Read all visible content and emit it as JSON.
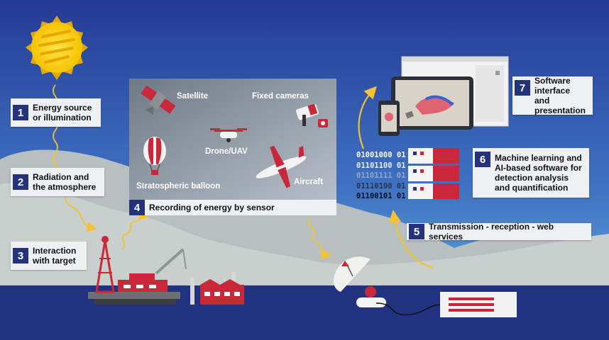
{
  "steps": [
    {
      "num": "1",
      "label_l1": "Energy source",
      "label_l2": "or illumination"
    },
    {
      "num": "2",
      "label_l1": "Radiation and",
      "label_l2": "the atmosphere"
    },
    {
      "num": "3",
      "label_l1": "Interaction",
      "label_l2": "with target"
    },
    {
      "num": "4",
      "label": "Recording of energy by sensor"
    },
    {
      "num": "5",
      "label": "Transmission - reception - web services"
    },
    {
      "num": "6",
      "label_l1": "Machine learning and",
      "label_l2": "AI-based software for",
      "label_l3": "detection analysis",
      "label_l4": "and quantification"
    },
    {
      "num": "7",
      "label_l1": "Software",
      "label_l2": "interface and",
      "label_l3": "presentation"
    }
  ],
  "sensors": {
    "satellite": "Satellite",
    "fixed_cameras": "Fixed cameras",
    "drone": "Drone/UAV",
    "balloon": "Stratospheric balloon",
    "aircraft": "Aircraft"
  },
  "binary": [
    "01001000 01",
    "01101100 01",
    "01101111 01",
    "01110100 01",
    "01100101 01"
  ],
  "colors": {
    "sky_top": "#243a95",
    "sky_bottom": "#5ea7dc",
    "sea": "#223180",
    "badge": "#25337a",
    "accent_red": "#c8283a",
    "arrow_yellow": "#f2c230"
  }
}
